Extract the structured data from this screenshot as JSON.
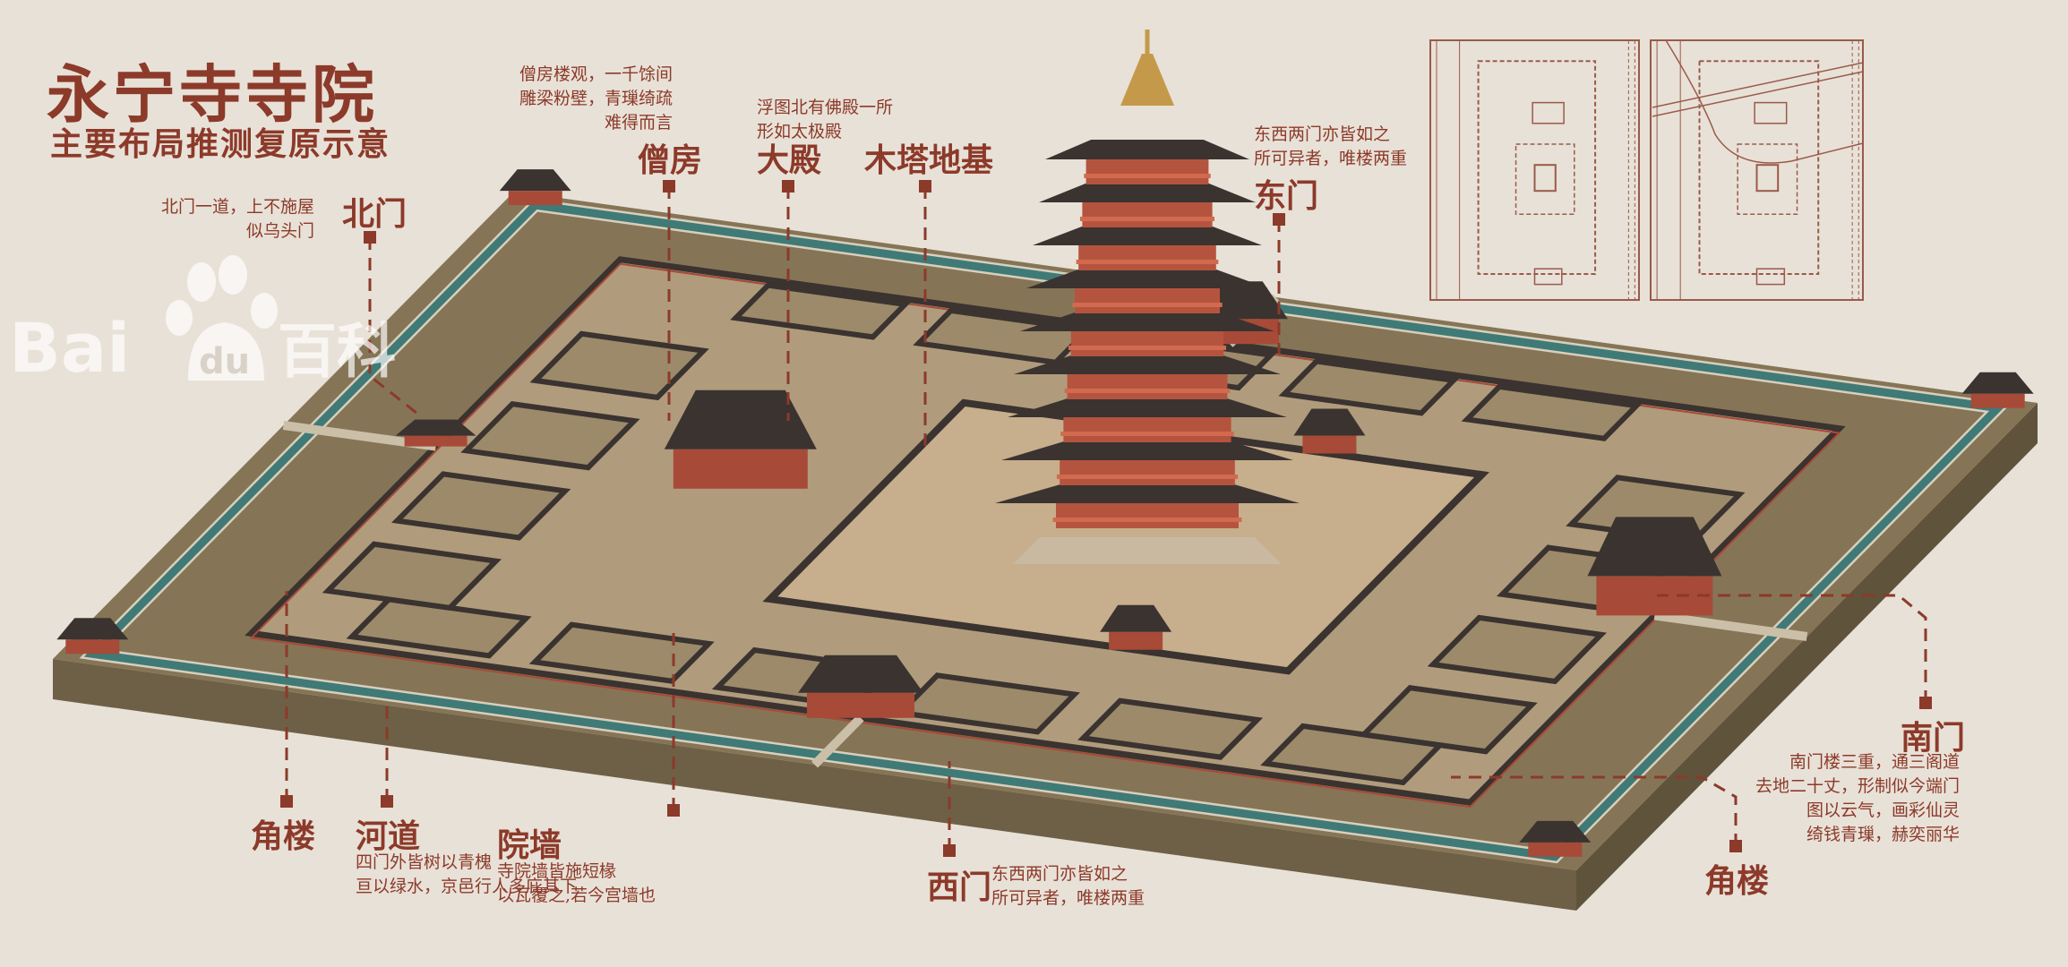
{
  "title": "永宁寺寺院",
  "subtitle": "主要布局推测复原示意",
  "labels": {
    "sengfang": {
      "name": "僧房",
      "note": [
        "僧房楼观，一千馀间",
        "雕梁粉壁，青璅绮疏",
        "难得而言"
      ]
    },
    "dadian": {
      "name": "大殿",
      "note": [
        "浮图北有佛殿一所",
        "形如太极殿"
      ]
    },
    "muta": {
      "name": "木塔地基"
    },
    "beimen": {
      "name": "北门",
      "note": [
        "北门一道，上不施屋",
        "似乌头门"
      ]
    },
    "dongmen": {
      "name": "东门",
      "note": [
        "东西两门亦皆如之",
        "所可异者，唯楼两重"
      ]
    },
    "jiaolou_left": {
      "name": "角楼"
    },
    "hedao": {
      "name": "河道",
      "note": [
        "四门外皆树以青槐",
        "亘以绿水，京邑行人多庇其下"
      ]
    },
    "yuanqiang": {
      "name": "院墙",
      "note": [
        "寺院墙皆施短椽",
        "以瓦覆之,若今宫墙也"
      ]
    },
    "ximen": {
      "name": "西门",
      "note": [
        "东西两门亦皆如之",
        "所可异者，唯楼两重"
      ]
    },
    "nanmen": {
      "name": "南门",
      "note": [
        "南门楼三重，通三阁道",
        "去地二十丈，形制似今端门",
        "图以云气，画彩仙灵",
        "绮钱青璅，赫奕丽华"
      ]
    },
    "jiaolou_right": {
      "name": "角楼"
    }
  },
  "watermark": {
    "text": "Bai du 百科"
  },
  "colors": {
    "accent": "#8c3a2a",
    "background": "#e8e1d7",
    "moat": "#3f7a76",
    "roof": "#3a3330",
    "wall": "#a84a38",
    "ground": "#b09c7c",
    "platform": "#857556"
  }
}
